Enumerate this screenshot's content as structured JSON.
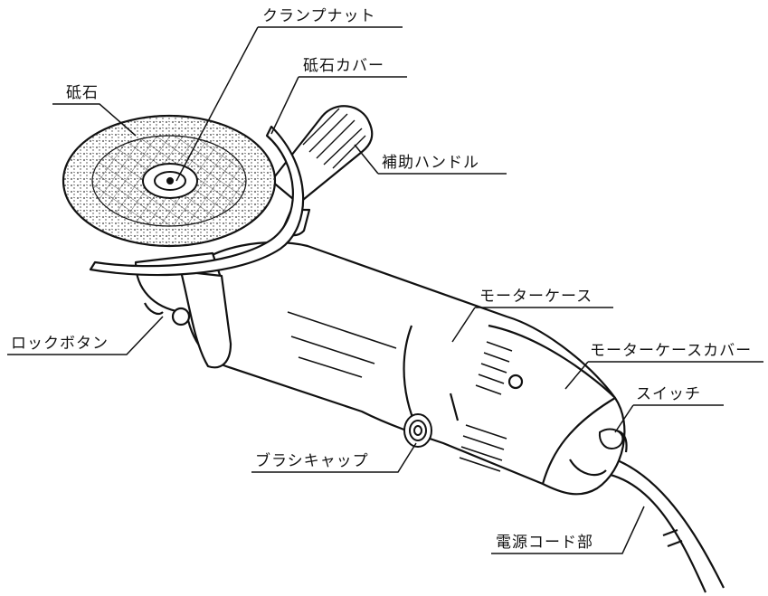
{
  "labels": {
    "clamp_nut": "クランプナット",
    "wheel_cover": "砥石カバー",
    "wheel": "砥石",
    "side_handle": "補助ハンドル",
    "motor_case": "モーターケース",
    "lock_button": "ロックボタン",
    "motor_case_cover": "モーターケースカバー",
    "switch": "スイッチ",
    "brush_cap": "ブラシキャップ",
    "power_cord": "電源コード部"
  },
  "colors": {
    "line": "#111111",
    "wheel_dots": "#555555",
    "background": "#ffffff"
  }
}
